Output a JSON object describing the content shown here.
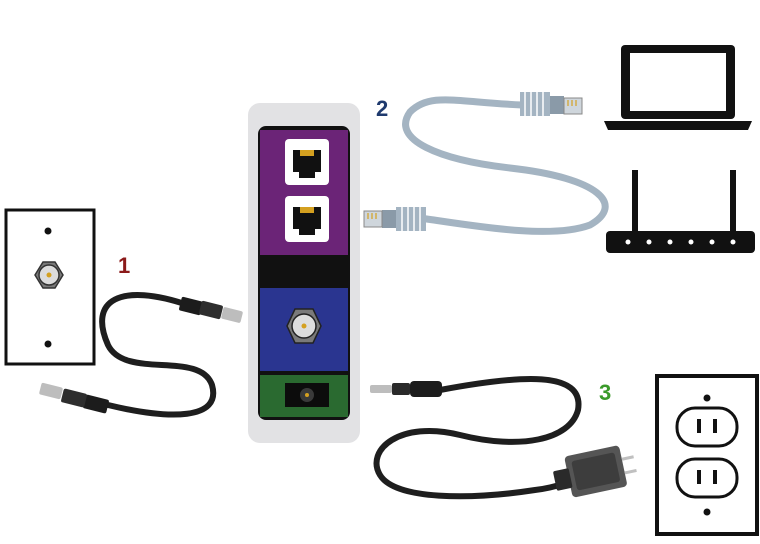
{
  "steps": [
    {
      "number": "1",
      "color": "#8b1a1a",
      "cable": "coaxial-cable",
      "from": "wall-coax-outlet",
      "to": "modem-coax-port"
    },
    {
      "number": "2",
      "color": "#1f3a6e",
      "cable": "ethernet-cable",
      "from": "modem-ethernet-port",
      "to": "computer-or-router"
    },
    {
      "number": "3",
      "color": "#3a9a2a",
      "cable": "power-cord",
      "from": "modem-power-port",
      "to": "electrical-outlet"
    }
  ],
  "colors": {
    "modem_shell": "#e2e2e4",
    "ethernet_panel": "#6b2477",
    "coax_panel": "#2a3590",
    "power_panel": "#2a6a30",
    "ethernet_cable": "#a4b4c2",
    "coax_cable": "#1e1e1e",
    "port_gold": "#d4a020"
  },
  "icons": [
    "wall-coax-outlet-icon",
    "laptop-icon",
    "router-icon",
    "electrical-outlet-icon",
    "modem-icon"
  ]
}
